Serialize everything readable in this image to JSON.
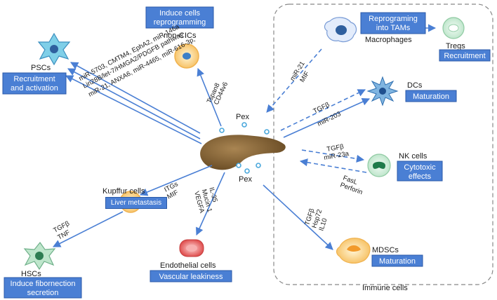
{
  "labels": {
    "pex_top": "Pex",
    "pex_bottom": "Pex",
    "non_cics": "non-CICs",
    "pscs": "PSCs",
    "kupffur": "Kupffur cells",
    "hscs": "HSCs",
    "endothelial": "Endothelial cells",
    "macrophages": "Macrophages",
    "tregs": "Tregs",
    "dcs": "DCs",
    "nk": "NK cells",
    "mdscs": "MDSCs",
    "immune": "Immune cells"
  },
  "boxes": {
    "induce_reprog_1": "Induce cells",
    "induce_reprog_2": "reprogramming",
    "recruit_act_1": "Recruitment",
    "recruit_act_2": "and activation",
    "liver_meta": "Liver metastasis",
    "fibro_1": "Induce fibornection",
    "fibro_2": "secretion",
    "vascular": "Vascular leakiness",
    "tams_1": "Reprograming",
    "tams_2": "into TAMs",
    "treg_recruit": "Recruitment",
    "dc_mat": "Maturation",
    "cyto_1": "Cytotoxic",
    "cyto_2": "effects",
    "mdsc_mat": "Maturation"
  },
  "molecules": {
    "psc_1": "miR-21, ANXA6, miR-4465, miR-616-3p,",
    "psc_2": "miR-5703, CMTM4, EphA2, miR-146a",
    "psc_3": "Lin28B/let-7/HMGA2/PDGFB pathway",
    "noncic_1": "Tspan8",
    "noncic_2": "CD44v6",
    "kup_1": "ITGs",
    "kup_2": "MIF",
    "hsc_1": "TGFβ",
    "hsc_2": "TNF",
    "endo_1": "IL-35",
    "endo_2": "Mucin 1",
    "endo_3": "VEGFA",
    "mac_1": "miR-21",
    "mac_2": "MIF",
    "dc_1": "TGFβ",
    "dc_2": "miR-203",
    "nk_1": "TGFβ",
    "nk_2": "miR-23a",
    "nk_3": "FasL",
    "nk_4": "Perforin",
    "mdsc_1": "TGFβ",
    "mdsc_2": "Hsp72",
    "mdsc_3": "IL10"
  },
  "colors": {
    "arrow": "#4a7fd4",
    "box": "#4a7fd4",
    "pancreas": "#8a6a3e",
    "pex_dot": "#4aa8dc"
  }
}
